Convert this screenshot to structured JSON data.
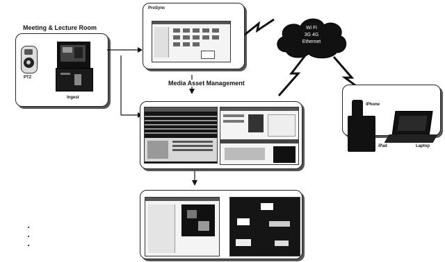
{
  "room": {
    "title": "Meeting & Lecture Room",
    "camera_label": "PTZ",
    "ingest_label": "Ingest"
  },
  "prosync": {
    "title": "ProSync"
  },
  "mam": {
    "title": "Media Asset Management"
  },
  "cloud": {
    "lines": [
      "Wi Fi",
      "3G 4G",
      "Ethernet"
    ]
  },
  "devices": {
    "phone_label": "iPhone",
    "tablet_label": "iPad",
    "laptop_label": "Laptop"
  },
  "icons": [
    "camera-icon",
    "monitor-icon",
    "cloud-icon",
    "lightning-icon",
    "arrow-icon",
    "phone-icon",
    "tablet-icon",
    "laptop-icon"
  ],
  "colors": {
    "ink": "#111111",
    "screen_dark": "#151515",
    "panel_border": "#222222"
  }
}
